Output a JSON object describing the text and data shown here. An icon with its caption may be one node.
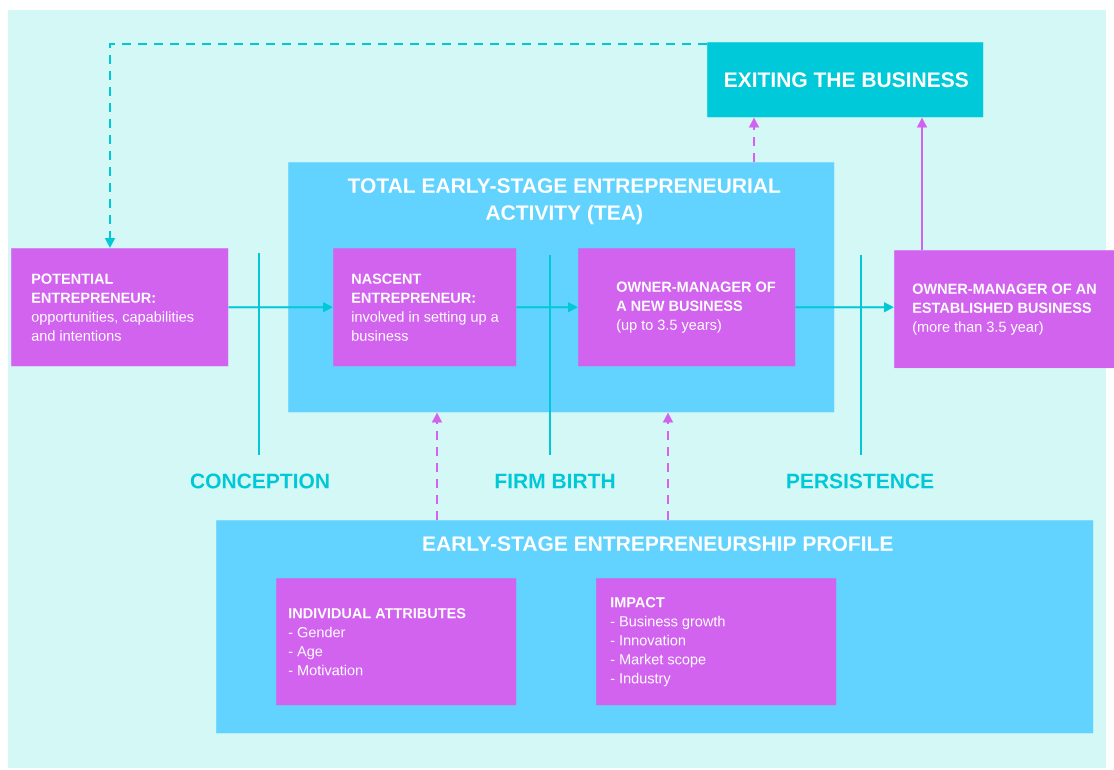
{
  "diagram": {
    "nodes": [
      {
        "text": [
          "EXITING THE BUSINESS"
        ]
      },
      {
        "text": [
          "POTENTIAL ENTREPRENEUR:",
          "opportunities, capabilities and intentions"
        ]
      },
      {
        "text": [
          "TOTAL EARLY-STAGE ENTREPRENEURIAL ACTIVITY (TEA)"
        ]
      },
      {
        "text": [
          "NASCENT ENTREPRENEUR:",
          "involved in setting up a business"
        ],
        "in": 2
      },
      {
        "text": [
          "OWNER-MANAGER OF A NEW BUSINESS",
          "(up to 3.5 years)"
        ],
        "in": 2
      },
      {
        "text": [
          "**OWNER-MANAGER OF AN ESTABLISHED BUSINESS** (more than 3.5 year)"
        ]
      },
      {
        "text": [
          "EARLY-STAGE ENTREPRENEURSHIP PROFILE"
        ]
      },
      {
        "text": [
          "INDIVIDUAL ATTRIBUTES",
          "- Gender",
          "- Age",
          "- Motivation"
        ],
        "in": 6
      },
      {
        "text": [
          "IMPACT",
          "- Business growth",
          "- Innovation",
          "- Market scope",
          "- Industry"
        ],
        "in": 6
      }
    ],
    "edges": [
      {
        "from": 1,
        "to": 3,
        "arrow": "to"
      },
      {
        "from": 3,
        "to": 4,
        "arrow": "to"
      },
      {
        "from": 4,
        "to": 5,
        "arrow": "to"
      },
      {
        "from": 0,
        "to": 1,
        "arrow": "to",
        "style": "dashed"
      },
      {
        "from": 2,
        "to": 0,
        "arrow": "to",
        "style": "dashed",
        "color": "#d163ef"
      },
      {
        "from": 5,
        "to": 0,
        "arrow": "to",
        "color": "#d163ef"
      },
      {
        "from": 6,
        "to": 2,
        "arrow": "to",
        "style": "dashed",
        "color": "#d163ef"
      },
      {
        "from": 6,
        "to": 2,
        "arrow": "to",
        "style": "dashed",
        "color": "#d163ef"
      }
    ],
    "labels": [
      "CONCEPTION",
      "FIRM BIRTH",
      "PERSISTENCE"
    ]
  }
}
